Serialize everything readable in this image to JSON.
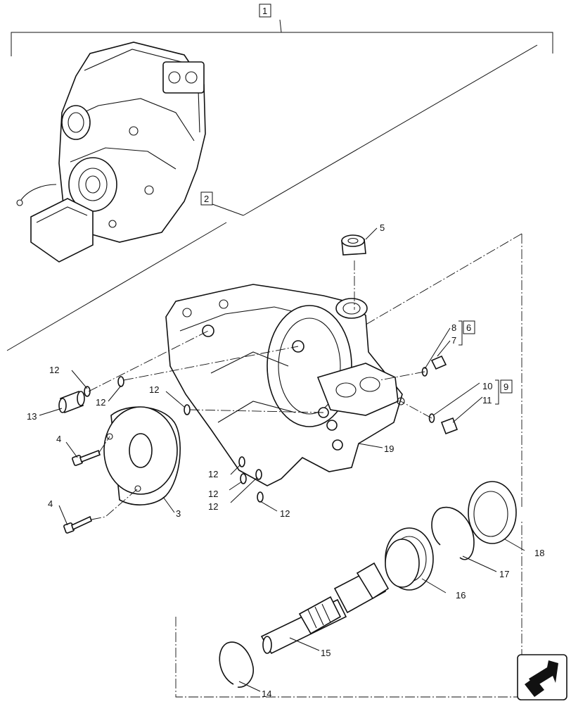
{
  "callouts": {
    "c1": "1",
    "c2": "2",
    "c3": "3",
    "c4a": "4",
    "c4b": "4",
    "c5": "5",
    "c6": "6",
    "c7": "7",
    "c8": "8",
    "c9": "9",
    "c10": "10",
    "c11": "11",
    "c12a": "12",
    "c12b": "12",
    "c12c": "12",
    "c12d": "12",
    "c12e": "12",
    "c12f": "12",
    "c12g": "12",
    "c13": "13",
    "c14": "14",
    "c15": "15",
    "c16": "16",
    "c17": "17",
    "c18": "18",
    "c19": "19"
  },
  "icons": {
    "nav": "back-arrow-icon"
  }
}
